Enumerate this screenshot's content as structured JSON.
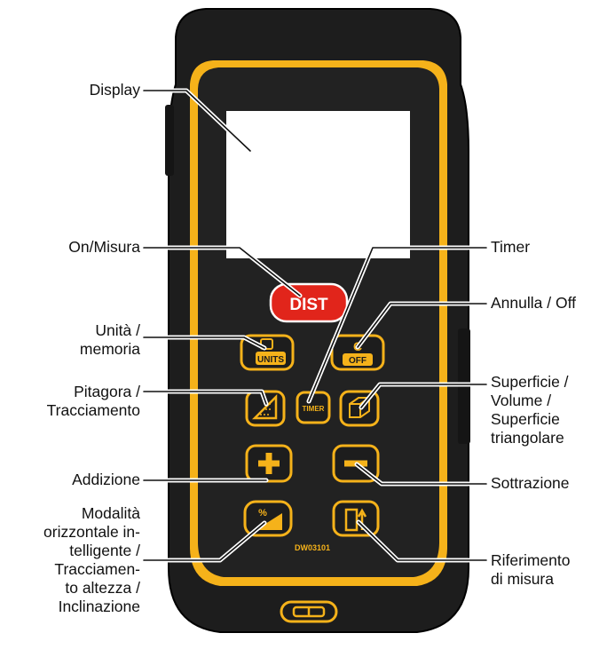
{
  "labels": {
    "display": "Display",
    "on_measure": "On/Misura",
    "units_memory": [
      "Unità /",
      "memoria"
    ],
    "pythagoras": [
      "Pitagora /",
      "Tracciamento"
    ],
    "addition": "Addizione",
    "smart_mode": [
      "Modalità",
      "orizzontale in-",
      "telligente /",
      "Tracciamen-",
      "to altezza /",
      "Inclinazione"
    ],
    "timer": "Timer",
    "clear_off": "Annulla / Off",
    "area_volume": [
      "Superficie /",
      "Volume /",
      "Superficie",
      "triangolare"
    ],
    "subtraction": "Sottrazione",
    "reference": [
      "Riferimento",
      "di misura"
    ]
  },
  "buttons": {
    "dist": "DIST",
    "units": "UNITS",
    "off": "OFF",
    "clear_glyph": "C",
    "timer": "TIMER",
    "percent": "%"
  },
  "model": "DW03101",
  "colors": {
    "body_black": "#1d1d1d",
    "frame_yellow": "#f5b21a",
    "dist_red": "#e1251b",
    "screen": "#ffffff"
  }
}
